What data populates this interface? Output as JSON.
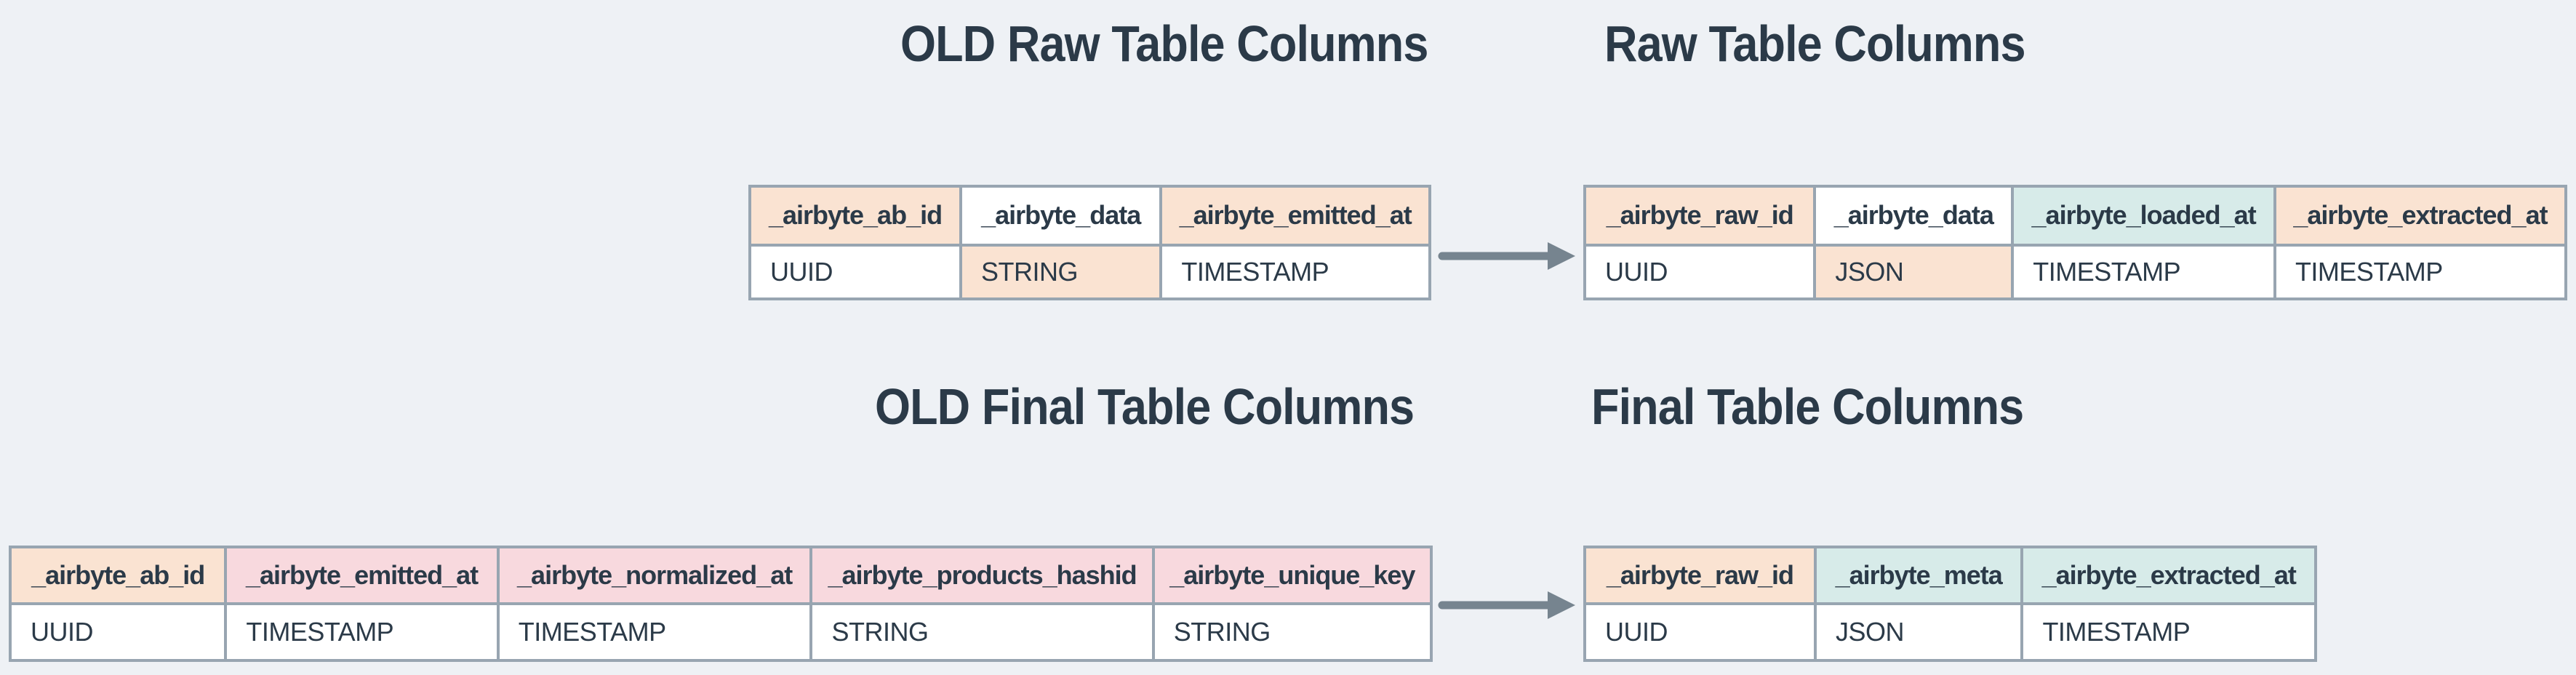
{
  "diagram": {
    "description": "Airbyte old vs new raw/final table column migration diagram",
    "background_color": "#eef1f5",
    "border_color": "#98a5b1",
    "text_color": "#2b3a48",
    "arrow_color": "#76848f"
  },
  "colors": {
    "peach": "#fae3d2",
    "pink": "#f8d9de",
    "teal": "#d7ebe9",
    "white": "#ffffff"
  },
  "arrows": [
    {
      "name": "old-raw-to-raw",
      "direction": "right"
    },
    {
      "name": "old-final-to-final",
      "direction": "right"
    }
  ],
  "tables": [
    {
      "id": "old-raw",
      "title": "OLD Raw Table Columns",
      "columns": [
        {
          "name": "_airbyte_ab_id",
          "type": "UUID",
          "name_bg": "peach",
          "type_bg": "white"
        },
        {
          "name": "_airbyte_data",
          "type": "STRING",
          "name_bg": "white",
          "type_bg": "peach"
        },
        {
          "name": "_airbyte_emitted_at",
          "type": "TIMESTAMP",
          "name_bg": "peach",
          "type_bg": "white"
        }
      ]
    },
    {
      "id": "raw",
      "title": "Raw Table Columns",
      "columns": [
        {
          "name": "_airbyte_raw_id",
          "type": "UUID",
          "name_bg": "peach",
          "type_bg": "white"
        },
        {
          "name": "_airbyte_data",
          "type": "JSON",
          "name_bg": "white",
          "type_bg": "peach"
        },
        {
          "name": "_airbyte_loaded_at",
          "type": "TIMESTAMP",
          "name_bg": "teal",
          "type_bg": "white"
        },
        {
          "name": "_airbyte_extracted_at",
          "type": "TIMESTAMP",
          "name_bg": "peach",
          "type_bg": "white"
        }
      ]
    },
    {
      "id": "old-final",
      "title": "OLD Final Table Columns",
      "columns": [
        {
          "name": "_airbyte_ab_id",
          "type": "UUID",
          "name_bg": "peach",
          "type_bg": "white"
        },
        {
          "name": "_airbyte_emitted_at",
          "type": "TIMESTAMP",
          "name_bg": "pink",
          "type_bg": "white"
        },
        {
          "name": "_airbyte_normalized_at",
          "type": "TIMESTAMP",
          "name_bg": "pink",
          "type_bg": "white"
        },
        {
          "name": "_airbyte_products_hashid",
          "type": "STRING",
          "name_bg": "pink",
          "type_bg": "white"
        },
        {
          "name": "_airbyte_unique_key",
          "type": "STRING",
          "name_bg": "pink",
          "type_bg": "white"
        }
      ]
    },
    {
      "id": "final",
      "title": "Final Table Columns",
      "columns": [
        {
          "name": "_airbyte_raw_id",
          "type": "UUID",
          "name_bg": "peach",
          "type_bg": "white"
        },
        {
          "name": "_airbyte_meta",
          "type": "JSON",
          "name_bg": "teal",
          "type_bg": "white"
        },
        {
          "name": "_airbyte_extracted_at",
          "type": "TIMESTAMP",
          "name_bg": "teal",
          "type_bg": "white"
        }
      ]
    }
  ]
}
